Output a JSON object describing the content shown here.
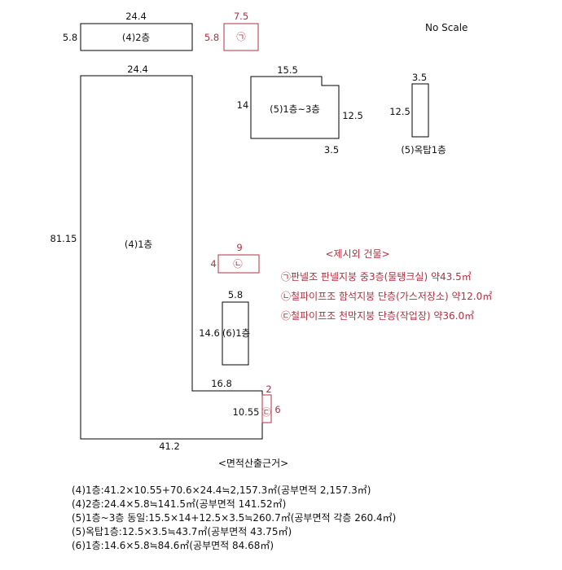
{
  "scale_note": "No Scale",
  "buildings": {
    "b4_2f": {
      "label": "(4)2층",
      "width": "24.4",
      "height": "5.8"
    },
    "b4_1f": {
      "label": "(4)1층",
      "top": "24.4",
      "left": "81.15",
      "bottom": "41.2",
      "step": "16.8",
      "right_low": "10.55"
    },
    "b5_1_3f": {
      "label": "(5)1층~3층",
      "top": "15.5",
      "left": "14",
      "right": "12.5",
      "notch": "3.5"
    },
    "b5_rooftop": {
      "label": "(5)옥탑1층",
      "width": "3.5",
      "height": "12.5"
    },
    "b6_1f": {
      "label": "(6)1층",
      "width": "5.8",
      "height": "14.6"
    }
  },
  "extra": {
    "a": {
      "mark": "㉠",
      "width": "7.5",
      "height": "5.8"
    },
    "b": {
      "mark": "㉡",
      "width": "9",
      "height": "4"
    },
    "c": {
      "mark": "㉢",
      "width": "2",
      "height": "6"
    }
  },
  "legend": {
    "title": "<제시외 건물>",
    "items": [
      "㉠판넬조 판넬지붕 중3층(물탱크실) 약43.5㎡",
      "㉡철파이프조 함석지붕 단층(가스저장소) 약12.0㎡",
      "㉢철파이프조 천막지붕 단층(작업장) 약36.0㎡"
    ]
  },
  "basis": {
    "title": "<면적산출근거>",
    "lines": [
      "(4)1층:41.2×10.55+70.6×24.4≒2,157.3㎡(공부면적 2,157.3㎡)",
      "(4)2층:24.4×5.8≒141.5㎡(공부면적 141.52㎡)",
      "(5)1층~3층 동일:15.5×14+12.5×3.5≒260.7㎡(공부면적 각층 260.4㎡)",
      "(5)옥탑1층:12.5×3.5≒43.7㎡(공부면적 43.75㎡)",
      "(6)1층:14.6×5.8≒84.6㎡(공부면적 84.68㎡)"
    ]
  }
}
